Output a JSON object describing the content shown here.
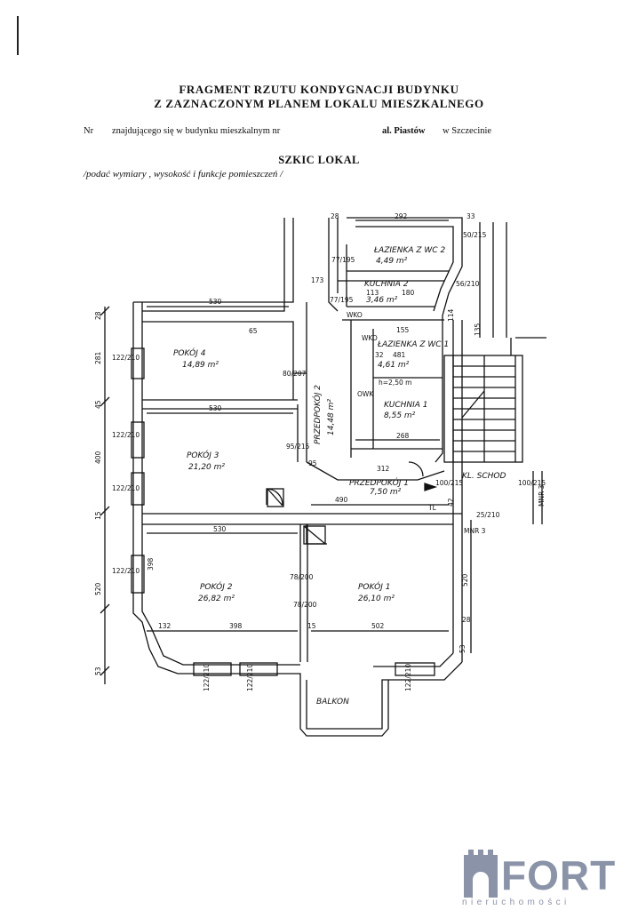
{
  "header": {
    "title_line1": "FRAGMENT  RZUTU  KONDYGNACJI  BUDYNKU",
    "title_line2": "Z  ZAZNACZONYM  PLANEM  LOKALU  MIESZKALNEGO",
    "nr_label": "Nr",
    "located_text": "znajdującego się w budynku mieszkalnym nr",
    "street": "al. Piastów",
    "city": "w Szczecinie",
    "sketch_title": "SZKIC LOKAL",
    "sketch_hint": "/podać wymiary , wysokość i funkcje pomieszczeń /"
  },
  "rooms": {
    "lazienka2": {
      "name": "ŁAZIENKA Z WC 2",
      "area": "4,49 m²"
    },
    "kuchnia2": {
      "name": "KUCHNIA 2",
      "area": "3,46 m²"
    },
    "lazienka1": {
      "name": "ŁAZIENKA Z WC 1",
      "area": "4,61 m²"
    },
    "lazienka1_h": "h=2,50 m",
    "kuchnia1": {
      "name": "KUCHNIA 1",
      "area": "8,55 m²"
    },
    "przedpokoj2": {
      "name": "PRZEDPOKÓJ 2",
      "area": "14,48 m²"
    },
    "przedpokoj1": {
      "name": "PRZEDPOKÓJ 1",
      "area": "7,50 m²"
    },
    "pokoj4": {
      "name": "POKÓJ 4",
      "area": "14,89 m²"
    },
    "pokoj3": {
      "name": "POKÓJ 3",
      "area": "21,20 m²"
    },
    "pokoj2": {
      "name": "POKÓJ 2",
      "area": "26,82 m²"
    },
    "pokoj1": {
      "name": "POKÓJ 1",
      "area": "26,10 m²"
    },
    "balkon": {
      "name": "BALKON"
    },
    "klatka": "KL. SCHOD",
    "wko1": "WKO",
    "wko2": "WKO",
    "owk": "OWK",
    "mnr3a": "MNR 3",
    "mnr3b": "MNR 3",
    "tl": "TL"
  },
  "dims": {
    "d530a": "530",
    "d530b": "530",
    "d530c": "530",
    "d490": "490",
    "d398a": "398",
    "d398b": "398",
    "d502": "502",
    "d292": "292",
    "d173": "173",
    "d268": "268",
    "d312": "312",
    "d400": "400",
    "d520a": "520",
    "d520b": "520",
    "d281": "281",
    "d45": "45",
    "d28a": "28",
    "d28b": "28",
    "d28c": "28",
    "d15": "15",
    "d53a": "53",
    "d53b": "53",
    "d33": "33",
    "w122_210_a": "122/210",
    "w122_210_b": "122/210",
    "w122_210_c": "122/210",
    "w122_210_d": "122/210",
    "w122_210_e": "122/210",
    "w122_210_f": "122/210",
    "w122_210_g": "122/210",
    "door_80_207": "80/207",
    "door_95_215": "95/215",
    "door_78_200a": "78/200",
    "door_78_200b": "78/200",
    "door_100_215a": "100/215",
    "door_100_215b": "100/215",
    "door_25_210": "25/210",
    "door_56_210": "56/210",
    "door_77_195a": "77/195",
    "door_77_195b": "77/195",
    "d113": "113",
    "d180": "180",
    "d155": "155",
    "d65": "65",
    "d95": "95",
    "d42": "42",
    "d132": "132",
    "d15b": "15",
    "d50_215": "50/215",
    "d135": "135",
    "d114": "114",
    "d481": "481",
    "d32": "32"
  },
  "logo": {
    "brand": "FORT",
    "tagline": "nieruchomości",
    "color": "#8b93a8"
  }
}
